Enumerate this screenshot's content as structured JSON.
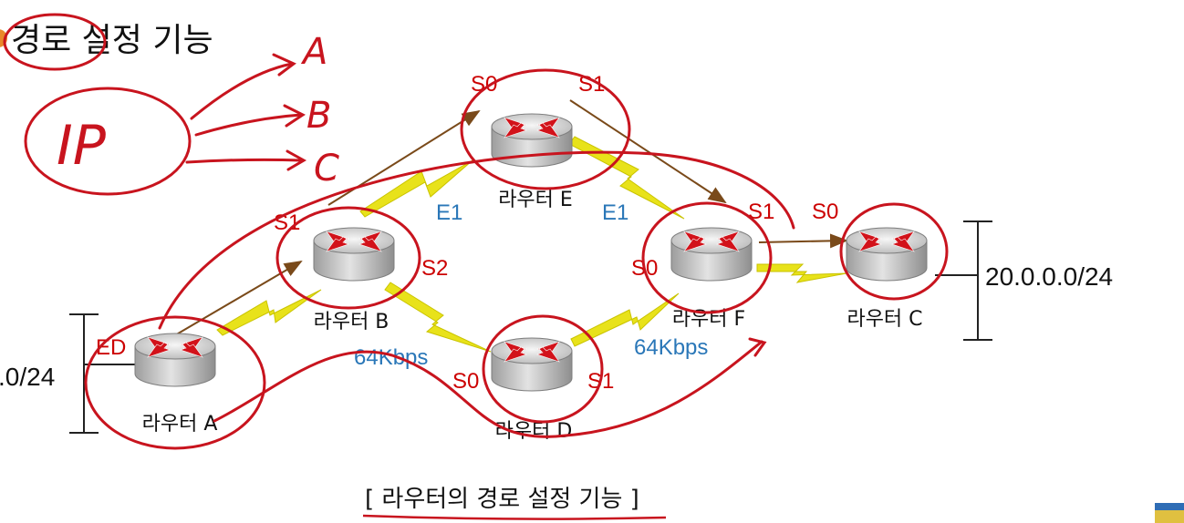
{
  "heading": "경로 설정 기능",
  "caption": "[ 라우터의 경로 설정 기능 ]",
  "handwriting": {
    "ip_note": "IP",
    "destinations": [
      "A",
      "B",
      "C"
    ]
  },
  "routers": {
    "A": {
      "name": "라우터 A"
    },
    "B": {
      "name": "라우터 B"
    },
    "C": {
      "name": "라우터 C"
    },
    "D": {
      "name": "라우터 D"
    },
    "E": {
      "name": "라우터 E"
    },
    "F": {
      "name": "라우터 F"
    }
  },
  "interfaces": {
    "a_ed": "ED",
    "b_s1": "S1",
    "b_s2": "S2",
    "e_s0": "S0",
    "e_s1": "S1",
    "e_e1_left": "E1",
    "e_e1_right": "E1",
    "f_s1": "S1",
    "f_s0": "S0",
    "c_s0": "S0",
    "d_s0": "S0",
    "d_s1": "S1"
  },
  "link_speeds": {
    "b_d": "64Kbps",
    "d_f": "64Kbps"
  },
  "networks": {
    "left": ".0/24",
    "right": "20.0.0.0/24"
  },
  "colors": {
    "interface_label": "#cc0000",
    "bandwidth_label": "#2a77b8",
    "ink": "#c8141e",
    "flow_arrow": "#7a4a1a",
    "serial_link": "#e8e21a"
  }
}
